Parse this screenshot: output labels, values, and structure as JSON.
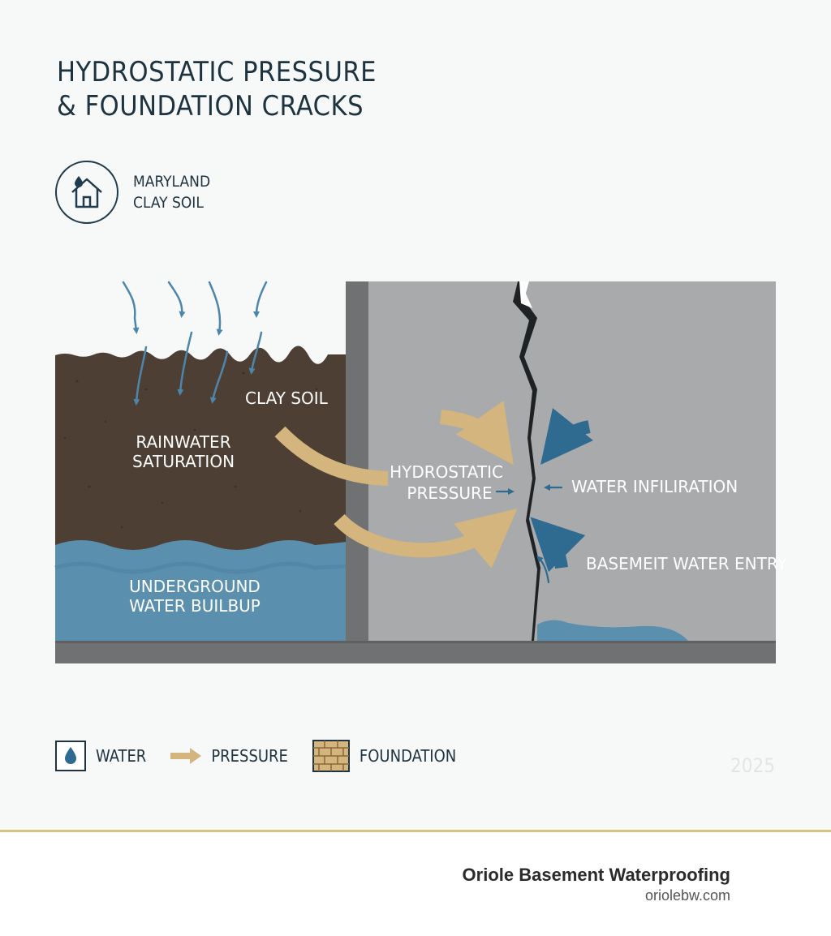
{
  "title": {
    "line1": "HYDROSTATIC PRESSURE",
    "line2": "& FOUNDATION CRACKS"
  },
  "badge": {
    "line1": "MARYLAND",
    "line2": "CLAY SOIL",
    "icon": "house-water-drop-icon"
  },
  "labels": {
    "clay_soil": "CLAY SOIL",
    "rain_line1": "RAINWATER",
    "rain_line2": "SATURATION",
    "underground_line1": "UNDERGROUND",
    "underground_line2": "WATER BUILBUP",
    "hydro_line1": "HYDROSTATIC",
    "hydro_line2": "PRESSURE",
    "water_infiltration": "WATER INFILIRATION",
    "basement_entry": "BASEMEIT WATER ENTRY"
  },
  "legend": [
    {
      "label": "WATER",
      "icon": "water-drop-icon"
    },
    {
      "label": "PRESSURE",
      "icon": "pressure-arrow-icon"
    },
    {
      "label": "FOUNDATION",
      "icon": "brick-icon"
    }
  ],
  "year": "2025",
  "brand": {
    "name": "Oriole Basement Waterproofing",
    "url": "oriolebw.com"
  },
  "colors": {
    "soil": "#4d3f33",
    "water": "#5a8fae",
    "wall": "#a9aaab",
    "pressure": "#d4b57d",
    "infiltration": "#2f6b90",
    "accent_line": "#d9c383"
  }
}
